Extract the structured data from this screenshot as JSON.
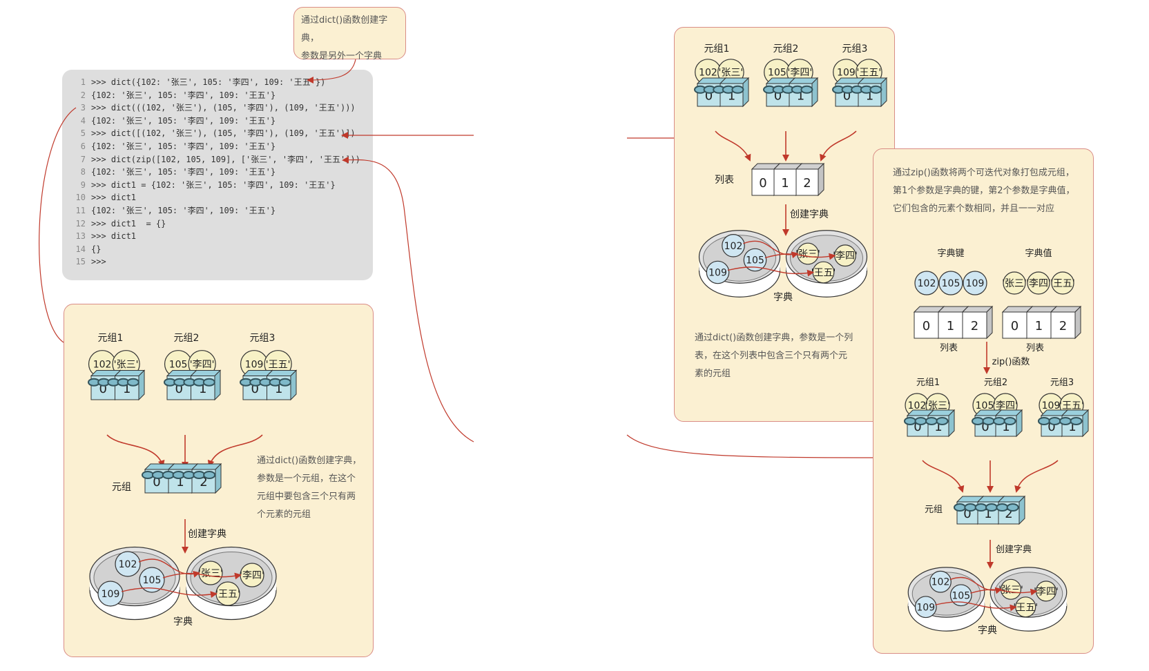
{
  "left_page": {
    "code_lines": [
      ">>> dict({102: '张三', 105: '李四', 109: '王五'})",
      "{102: '张三', 105: '李四', 109: '王五'}",
      ">>> dict(((102, '张三'), (105, '李四'), (109, '王五')))",
      "{102: '张三', 105: '李四', 109: '王五'}",
      ">>> dict([(102, '张三'), (105, '李四'), (109, '王五')])",
      "{102: '张三', 105: '李四', 109: '王五'}",
      ">>> dict(zip([102, 105, 109], ['张三', '李四', '王五']))",
      "{102: '张三', 105: '李四', 109: '王五'}",
      ">>> dict1 = {102: '张三', 105: '李四', 109: '王五'}",
      ">>> dict1",
      "{102: '张三', 105: '李四', 109: '王五'}",
      ">>> dict1  = {}",
      ">>> dict1",
      "{}",
      ">>>"
    ],
    "callout_lines": [
      "通过dict()函数创建字典，",
      "参数是另外一个字典"
    ],
    "tuple_note_lines": [
      "通过dict()函数创建字典，",
      "参数是一个元组，在这个",
      "元组中要包含三个只有两",
      "个元素的元组"
    ]
  },
  "right_page": {
    "list_note_lines": [
      "通过dict()函数创建字典，参数是一个列",
      "表，在这个列表中包含三个只有两个元",
      "素的元组"
    ],
    "zip_note_lines": [
      "通过zip()函数将两个可迭代对象打包成元组，",
      "第1个参数是字典的键，第2个参数是字典值，",
      "它们包含的元素个数相同，并且一一对应"
    ]
  },
  "labels": {
    "tuples": [
      "元组1",
      "元组2",
      "元组3"
    ],
    "tuple": "元组",
    "list": "列表",
    "create_dict": "创建字典",
    "dict": "字典",
    "dict_keys": "字典键",
    "dict_values": "字典值",
    "zip_func": "zip()函数"
  },
  "keys": [
    "102",
    "105",
    "109"
  ],
  "values": [
    "'张三'",
    "'李四'",
    "'王五'"
  ],
  "indices": [
    "0",
    "1",
    "2"
  ],
  "pair_indices": [
    "0",
    "1"
  ],
  "colors": {
    "panel": "#fbf0d2",
    "panel_border": "#d98c85",
    "arrow": "#c0392b",
    "key_ball": "#cfe6f2",
    "value_ball": "#f7f1c6",
    "box_cyan": "#bfe3ea",
    "code_bg": "#dedede"
  }
}
